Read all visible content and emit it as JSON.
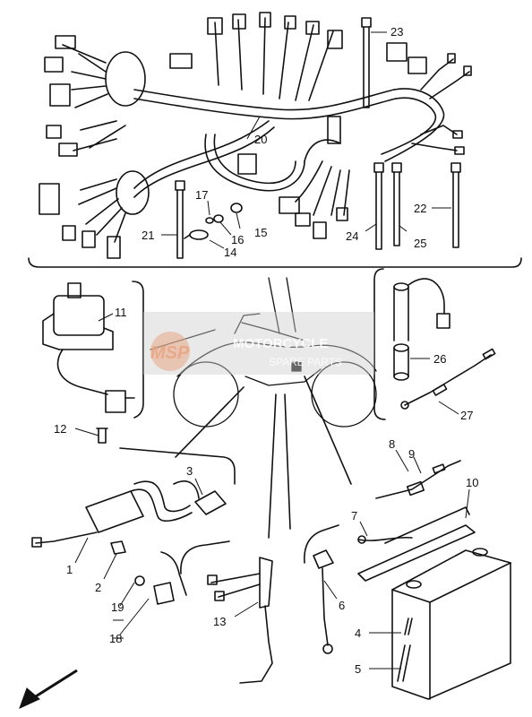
{
  "diagram": {
    "part_labels": {
      "p1": "1",
      "p2": "2",
      "p3": "3",
      "p4": "4",
      "p5": "5",
      "p6": "6",
      "p7": "7",
      "p8": "8",
      "p9": "9",
      "p10": "10",
      "p11": "11",
      "p12": "12",
      "p13": "13",
      "p14": "14",
      "p15": "15",
      "p16": "16",
      "p17": "17",
      "p18": "18",
      "p19": "19",
      "p20": "20",
      "p21": "21",
      "p22": "22",
      "p23": "23",
      "p24": "24",
      "p25": "25",
      "p26": "26",
      "p27": "27"
    },
    "watermark": {
      "logo_text": "MSP",
      "line1": "MOTORCYCLE",
      "line2": "SPARE PARTS"
    },
    "colors": {
      "ink": "#111111",
      "watermark_red": "#e8a17e",
      "watermark_grey": "#cfcfcf"
    },
    "icons": [
      "front-direction-arrow-icon"
    ]
  }
}
